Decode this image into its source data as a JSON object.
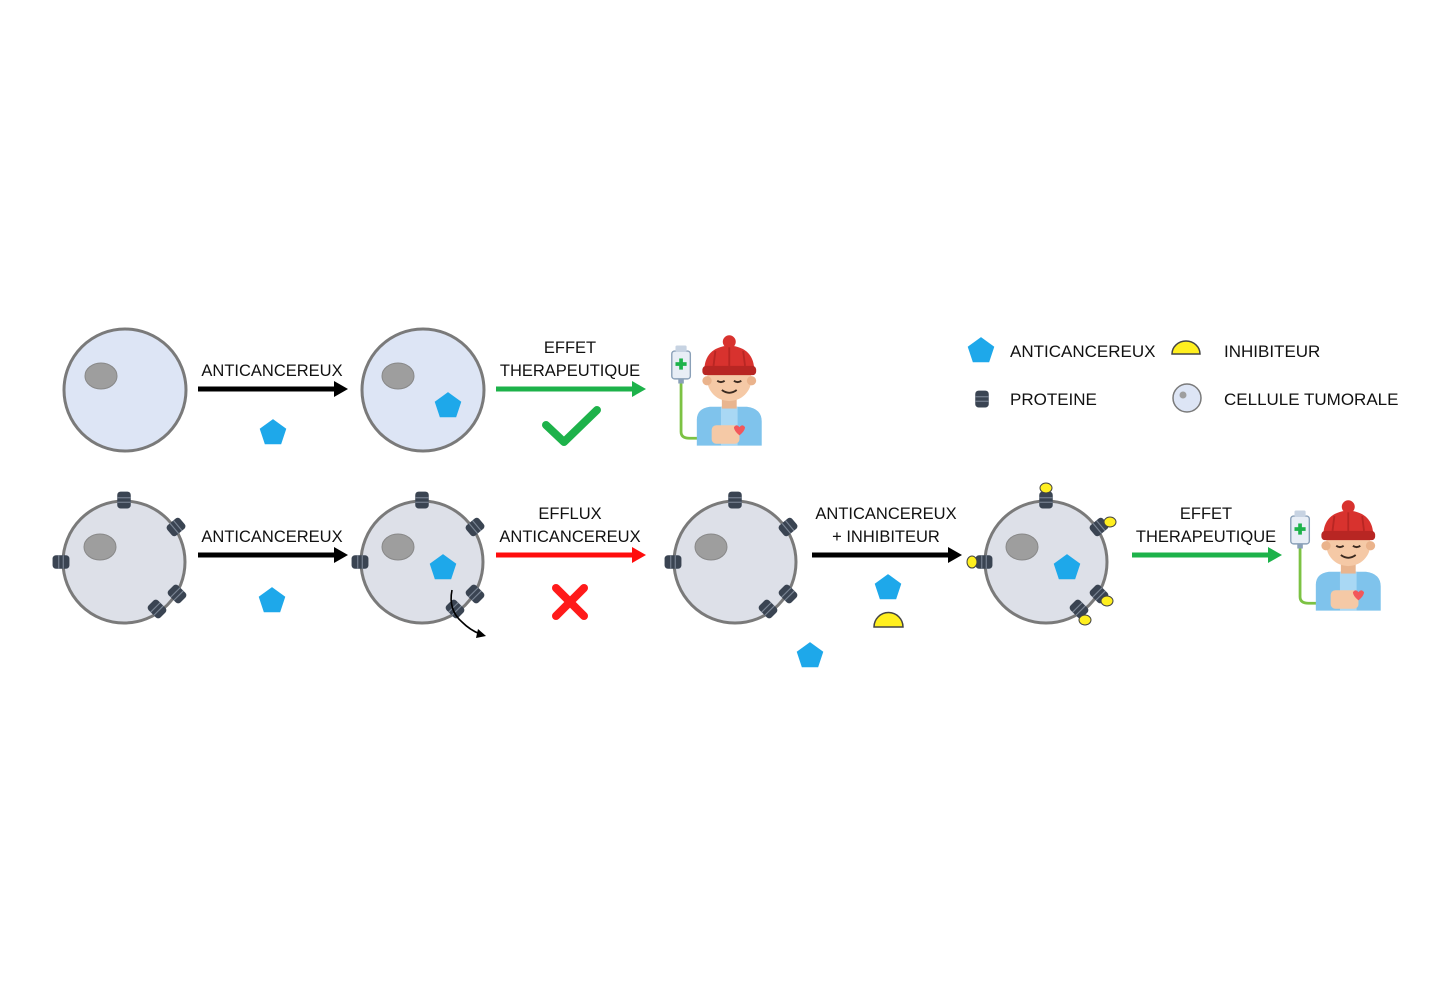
{
  "colors": {
    "cell_normal_fill": "#dde5f5",
    "cell_resistant_fill": "#dde0e8",
    "cell_stroke": "#7a7a7a",
    "nucleus": "#9e9e9e",
    "drug": "#1ea8ea",
    "protein": "#3a4452",
    "inhibitor": "#ffef1f",
    "arrow_neutral": "#000000",
    "arrow_success": "#1db24a",
    "arrow_fail": "#ff0d0d",
    "check": "#1db24a",
    "cross": "#ff1a1a"
  },
  "row1": {
    "arrow1_label": "ANTICANCEREUX",
    "arrow2_label": [
      "EFFET",
      "THERAPEUTIQUE"
    ]
  },
  "row2": {
    "arrow1_label": "ANTICANCEREUX",
    "arrow2_label": [
      "EFFLUX",
      "ANTICANCEREUX"
    ],
    "arrow3_label": [
      "ANTICANCEREUX",
      "+ INHIBITEUR"
    ],
    "arrow4_label": [
      "EFFET",
      "THERAPEUTIQUE"
    ]
  },
  "legend": {
    "drug": "ANTICANCEREUX",
    "inhibitor": "INHIBITEUR",
    "protein": "PROTEINE",
    "cell": "CELLULE TUMORALE"
  },
  "icons": {
    "patient": "patient-with-iv-drip-icon",
    "success": "checkmark-icon",
    "failure": "cross-icon"
  }
}
